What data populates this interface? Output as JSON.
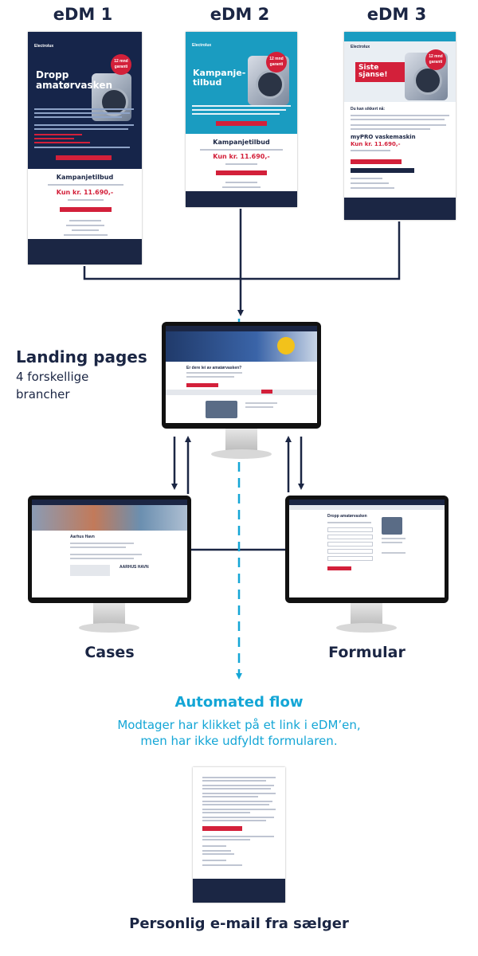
{
  "edms": [
    {
      "title": "eDM 1",
      "headline": "Dropp amatørvasken",
      "section_title": "Kampanjetilbud",
      "price": "Kun kr. 11.690,-",
      "badge": "12 mnd garanti",
      "brand": "Electrolux"
    },
    {
      "title": "eDM 2",
      "headline": "Kampanje-tilbud",
      "section_title": "Kampanjetilbud",
      "price": "Kun kr. 11.690,-",
      "badge": "12 mnd garanti",
      "brand": "Electrolux"
    },
    {
      "title": "eDM 3",
      "headline": "Siste sjanse!",
      "section_title": "myPRO vaskemaskin",
      "intro": "Du kan sikkert nå:",
      "price": "Kun kr. 11.690,-",
      "badge": "12 mnd garanti",
      "brand": "Electrolux"
    }
  ],
  "landing": {
    "title": "Landing pages",
    "subtitle_1": "4 forskellige",
    "subtitle_2": "brancher",
    "page_heading": "Er dere lei av amatørvasken?"
  },
  "cases": {
    "label": "Cases",
    "page_heading": "Aarhus Havn",
    "logo_text": "AARHUS HAVN"
  },
  "formular": {
    "label": "Formular",
    "page_heading": "Dropp amatørvasken"
  },
  "automated": {
    "title": "Automated flow",
    "line_1": "Modtager har klikket på et link i eDM’en,",
    "line_2": "men har ikke udfyldt formularen."
  },
  "personal_email": {
    "label": "Personlig e-mail fra sælger"
  },
  "colors": {
    "navy": "#1b2644",
    "teal": "#1a9cc1",
    "red": "#d3203a",
    "cyan": "#14a6d6"
  }
}
